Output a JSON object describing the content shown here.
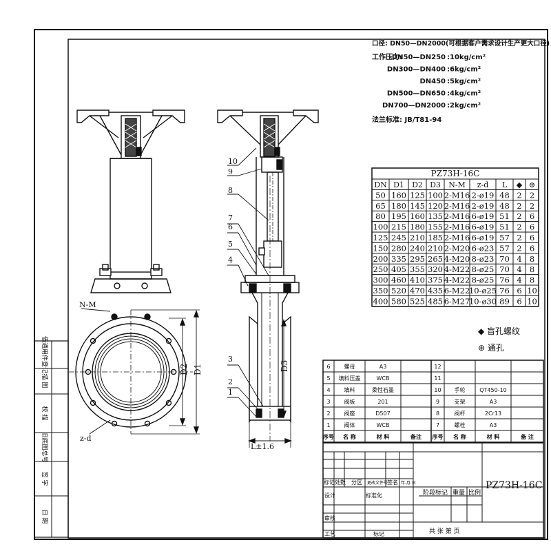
{
  "spec": {
    "bore_label": "口径: DN50—DN2000(可根据客户需求设计生产更大口径)",
    "pressure_label": "工作压力:",
    "pressures": [
      {
        "range": "DN50—DN250",
        "value": ":10kg/cm²"
      },
      {
        "range": "DN300—DN400",
        "value": ":6kg/cm²"
      },
      {
        "range": "DN450",
        "value": ":5kg/cm²"
      },
      {
        "range": "DN500—DN650",
        "value": ":4kg/cm²"
      },
      {
        "range": "DN700—DN2000",
        "value": ":2kg/cm²"
      }
    ],
    "flange_std": "法兰标准: JB/T81-94"
  },
  "dim_table": {
    "title": "PZ73H-16C",
    "headers": [
      "DN",
      "D1",
      "D2",
      "D3",
      "N-M",
      "z-d",
      "L",
      "◆",
      "⊕"
    ],
    "rows": [
      [
        "50",
        "160",
        "125",
        "100",
        "2-M16",
        "2-ø19",
        "48",
        "2",
        "2"
      ],
      [
        "65",
        "180",
        "145",
        "120",
        "2-M16",
        "2-ø19",
        "48",
        "2",
        "2"
      ],
      [
        "80",
        "195",
        "160",
        "135",
        "2-M16",
        "6-ø19",
        "51",
        "2",
        "6"
      ],
      [
        "100",
        "215",
        "180",
        "155",
        "2-M16",
        "6-ø19",
        "51",
        "2",
        "6"
      ],
      [
        "125",
        "245",
        "210",
        "185",
        "2-M16",
        "6-ø19",
        "57",
        "2",
        "6"
      ],
      [
        "150",
        "280",
        "240",
        "210",
        "2-M20",
        "6-ø23",
        "57",
        "2",
        "6"
      ],
      [
        "200",
        "335",
        "295",
        "265",
        "4-M20",
        "8-ø23",
        "70",
        "4",
        "8"
      ],
      [
        "250",
        "405",
        "355",
        "320",
        "4-M22",
        "8-ø25",
        "70",
        "4",
        "8"
      ],
      [
        "300",
        "460",
        "410",
        "375",
        "4-M22",
        "8-ø25",
        "76",
        "4",
        "8"
      ],
      [
        "350",
        "520",
        "470",
        "435",
        "6-M22",
        "10-ø25",
        "76",
        "6",
        "10"
      ],
      [
        "400",
        "580",
        "525",
        "485",
        "6-M27",
        "10-ø30",
        "89",
        "6",
        "10"
      ]
    ]
  },
  "legend": {
    "blind": "◆ 盲孔螺纹",
    "through": "⊕ 通孔"
  },
  "left_labels": [
    "借通用件登记",
    "描  图",
    "校  描",
    "旧底图总号",
    "签  字",
    "日  期"
  ],
  "view_labels": {
    "nm": "N-M",
    "zd": "z-d",
    "d1": "D1",
    "d2": "D2",
    "d3": "D3",
    "l": "L±1.6"
  },
  "callouts": [
    "10",
    "9",
    "8",
    "7",
    "6",
    "5",
    "4",
    "3",
    "2",
    "1"
  ],
  "parts": {
    "rows": [
      {
        "no": "6",
        "name": "螺母",
        "mat": "A3",
        "no2": "12",
        "name2": "",
        "mat2": ""
      },
      {
        "no": "5",
        "name": "填料压盖",
        "mat": "WCB",
        "no2": "11",
        "name2": "",
        "mat2": ""
      },
      {
        "no": "4",
        "name": "填料",
        "mat": "柔性石墨",
        "no2": "10",
        "name2": "手轮",
        "mat2": "QT450-10"
      },
      {
        "no": "3",
        "name": "阀板",
        "mat": "201",
        "no2": "9",
        "name2": "支架",
        "mat2": "A3"
      },
      {
        "no": "2",
        "name": "阀座",
        "mat": "D507",
        "no2": "8",
        "name2": "阀杆",
        "mat2": "2Cr13"
      },
      {
        "no": "1",
        "name": "阀体",
        "mat": "WCB",
        "no2": "7",
        "name2": "螺栓",
        "mat2": "A3"
      }
    ],
    "header": [
      "序号",
      "名 称",
      "材 料",
      "备注",
      "序号",
      "名 称",
      "材 料",
      "备 注"
    ]
  },
  "title_block": {
    "model": "PZ73H-16C",
    "rev_header": [
      "标记",
      "处数",
      "分区",
      "更改文件号",
      "签名",
      "年.月.日"
    ],
    "design": "设计",
    "std": "标准化",
    "stage": "阶段标记",
    "weight": "重量",
    "scale": "比例",
    "review": "审核",
    "process": "工艺",
    "approve": "标记",
    "sheets": "共 张 第 页"
  }
}
